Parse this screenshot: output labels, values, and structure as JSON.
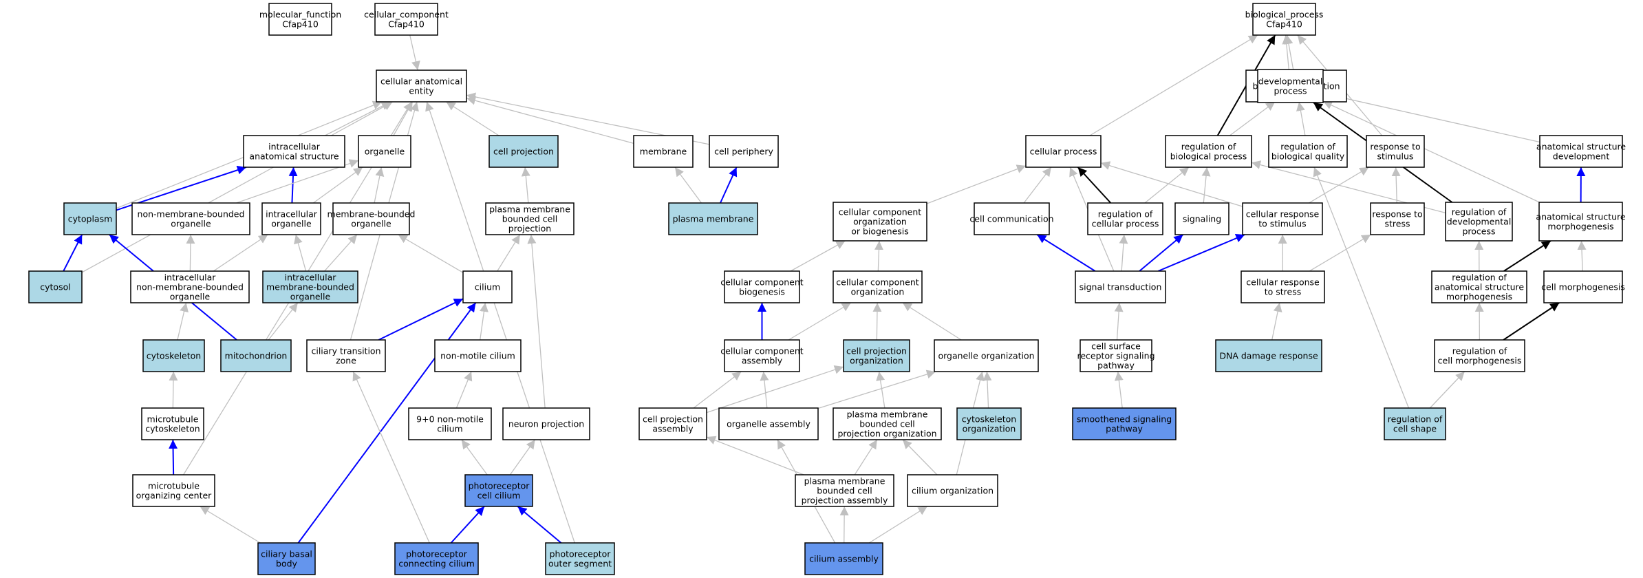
{
  "colors": {
    "white": "#ffffff",
    "light": "#add8e6",
    "dark": "#6495ed",
    "edge_gray": "#c0c0c0",
    "edge_blue": "#0000ff",
    "edge_black": "#000000",
    "border": "#000000"
  },
  "nodes": [
    {
      "id": "mf",
      "lines": [
        "molecular_function",
        "Cfap410"
      ],
      "fill": "white"
    },
    {
      "id": "cc",
      "lines": [
        "cellular_component",
        "Cfap410"
      ],
      "fill": "white"
    },
    {
      "id": "bp",
      "lines": [
        "biological_process",
        "Cfap410"
      ],
      "fill": "white"
    },
    {
      "id": "cae",
      "lines": [
        "cellular anatomical",
        "entity"
      ],
      "fill": "white"
    },
    {
      "id": "ias",
      "lines": [
        "intracellular",
        "anatomical structure"
      ],
      "fill": "white"
    },
    {
      "id": "organelle",
      "lines": [
        "organelle"
      ],
      "fill": "white"
    },
    {
      "id": "cellproj",
      "lines": [
        "cell projection"
      ],
      "fill": "light"
    },
    {
      "id": "membrane",
      "lines": [
        "membrane"
      ],
      "fill": "white"
    },
    {
      "id": "cellper",
      "lines": [
        "cell periphery"
      ],
      "fill": "white"
    },
    {
      "id": "cytoplasm",
      "lines": [
        "cytoplasm"
      ],
      "fill": "light"
    },
    {
      "id": "nmbo",
      "lines": [
        "non-membrane-bounded",
        "organelle"
      ],
      "fill": "white"
    },
    {
      "id": "intorg",
      "lines": [
        "intracellular",
        "organelle"
      ],
      "fill": "white"
    },
    {
      "id": "mbo",
      "lines": [
        "membrane-bounded",
        "organelle"
      ],
      "fill": "white"
    },
    {
      "id": "pmbcp",
      "lines": [
        "plasma membrane",
        "bounded cell",
        "projection"
      ],
      "fill": "white"
    },
    {
      "id": "plasmamem",
      "lines": [
        "plasma membrane"
      ],
      "fill": "light"
    },
    {
      "id": "cytosol",
      "lines": [
        "cytosol"
      ],
      "fill": "light"
    },
    {
      "id": "inmbo",
      "lines": [
        "intracellular",
        "non-membrane-bounded",
        "organelle"
      ],
      "fill": "white"
    },
    {
      "id": "imbo",
      "lines": [
        "intracellular",
        "membrane-bounded",
        "organelle"
      ],
      "fill": "light"
    },
    {
      "id": "cilium",
      "lines": [
        "cilium"
      ],
      "fill": "white"
    },
    {
      "id": "cytoskel",
      "lines": [
        "cytoskeleton"
      ],
      "fill": "light"
    },
    {
      "id": "mito",
      "lines": [
        "mitochondrion"
      ],
      "fill": "light"
    },
    {
      "id": "ctz",
      "lines": [
        "ciliary transition",
        "zone"
      ],
      "fill": "white"
    },
    {
      "id": "nmcilium",
      "lines": [
        "non-motile cilium"
      ],
      "fill": "white"
    },
    {
      "id": "mtcyto",
      "lines": [
        "microtubule",
        "cytoskeleton"
      ],
      "fill": "white"
    },
    {
      "id": "nine",
      "lines": [
        "9+0 non-motile",
        "cilium"
      ],
      "fill": "white"
    },
    {
      "id": "neuronproj",
      "lines": [
        "neuron projection"
      ],
      "fill": "white"
    },
    {
      "id": "mtoc",
      "lines": [
        "microtubule",
        "organizing center"
      ],
      "fill": "white"
    },
    {
      "id": "pcc",
      "lines": [
        "photoreceptor",
        "cell cilium"
      ],
      "fill": "dark"
    },
    {
      "id": "cbb",
      "lines": [
        "ciliary basal",
        "body"
      ],
      "fill": "dark"
    },
    {
      "id": "pconn",
      "lines": [
        "photoreceptor",
        "connecting cilium"
      ],
      "fill": "dark"
    },
    {
      "id": "pouter",
      "lines": [
        "photoreceptor",
        "outer segment"
      ],
      "fill": "light"
    },
    {
      "id": "bioreg",
      "lines": [
        "biological regulation"
      ],
      "fill": "white"
    },
    {
      "id": "devproc",
      "lines": [
        "developmental",
        "process"
      ],
      "fill": "white"
    },
    {
      "id": "cellproc",
      "lines": [
        "cellular process"
      ],
      "fill": "white"
    },
    {
      "id": "regbp",
      "lines": [
        "regulation of",
        "biological process"
      ],
      "fill": "white"
    },
    {
      "id": "regbq",
      "lines": [
        "regulation of",
        "biological quality"
      ],
      "fill": "white"
    },
    {
      "id": "resps",
      "lines": [
        "response to",
        "stimulus"
      ],
      "fill": "white"
    },
    {
      "id": "asdev",
      "lines": [
        "anatomical structure",
        "development"
      ],
      "fill": "white"
    },
    {
      "id": "ccob",
      "lines": [
        "cellular component",
        "organization",
        "or biogenesis"
      ],
      "fill": "white"
    },
    {
      "id": "cellcomm",
      "lines": [
        "cell communication"
      ],
      "fill": "white"
    },
    {
      "id": "regcp",
      "lines": [
        "regulation of",
        "cellular process"
      ],
      "fill": "white"
    },
    {
      "id": "signaling",
      "lines": [
        "signaling"
      ],
      "fill": "white"
    },
    {
      "id": "cellresp",
      "lines": [
        "cellular response",
        "to stimulus"
      ],
      "fill": "white"
    },
    {
      "id": "respstress",
      "lines": [
        "response to",
        "stress"
      ],
      "fill": "white"
    },
    {
      "id": "regdev",
      "lines": [
        "regulation of",
        "developmental",
        "process"
      ],
      "fill": "white"
    },
    {
      "id": "asmorph",
      "lines": [
        "anatomical structure",
        "morphogenesis"
      ],
      "fill": "white"
    },
    {
      "id": "ccbio",
      "lines": [
        "cellular component",
        "biogenesis"
      ],
      "fill": "white"
    },
    {
      "id": "ccorg",
      "lines": [
        "cellular component",
        "organization"
      ],
      "fill": "white"
    },
    {
      "id": "sigtrans",
      "lines": [
        "signal transduction"
      ],
      "fill": "white"
    },
    {
      "id": "crstress",
      "lines": [
        "cellular response",
        "to stress"
      ],
      "fill": "white"
    },
    {
      "id": "regasm",
      "lines": [
        "regulation of",
        "anatomical structure",
        "morphogenesis"
      ],
      "fill": "white"
    },
    {
      "id": "cellmorph",
      "lines": [
        "cell morphogenesis"
      ],
      "fill": "white"
    },
    {
      "id": "ccasm",
      "lines": [
        "cellular component",
        "assembly"
      ],
      "fill": "white"
    },
    {
      "id": "cporg",
      "lines": [
        "cell projection",
        "organization"
      ],
      "fill": "light"
    },
    {
      "id": "orgorg",
      "lines": [
        "organelle organization"
      ],
      "fill": "white"
    },
    {
      "id": "csrsp",
      "lines": [
        "cell surface",
        "receptor signaling",
        "pathway"
      ],
      "fill": "white"
    },
    {
      "id": "dnadmg",
      "lines": [
        "DNA damage response"
      ],
      "fill": "light"
    },
    {
      "id": "regcm",
      "lines": [
        "regulation of",
        "cell morphogenesis"
      ],
      "fill": "white"
    },
    {
      "id": "cpasm",
      "lines": [
        "cell projection",
        "assembly"
      ],
      "fill": "white"
    },
    {
      "id": "orgasm",
      "lines": [
        "organelle assembly"
      ],
      "fill": "white"
    },
    {
      "id": "pmbcpo",
      "lines": [
        "plasma membrane",
        "bounded cell",
        "projection organization"
      ],
      "fill": "white"
    },
    {
      "id": "cytoorg",
      "lines": [
        "cytoskeleton",
        "organization"
      ],
      "fill": "light"
    },
    {
      "id": "smooth",
      "lines": [
        "smoothened signaling",
        "pathway"
      ],
      "fill": "dark"
    },
    {
      "id": "regcs",
      "lines": [
        "regulation of",
        "cell shape"
      ],
      "fill": "light"
    },
    {
      "id": "pmbcpa",
      "lines": [
        "plasma membrane",
        "bounded cell",
        "projection assembly"
      ],
      "fill": "white"
    },
    {
      "id": "ciliumorg",
      "lines": [
        "cilium organization"
      ],
      "fill": "white"
    },
    {
      "id": "ciliumasm",
      "lines": [
        "cilium assembly"
      ],
      "fill": "dark"
    }
  ],
  "edges": [
    {
      "from": "cc",
      "to": "cae",
      "color": "gray"
    },
    {
      "from": "ias",
      "to": "cae",
      "color": "gray"
    },
    {
      "from": "organelle",
      "to": "cae",
      "color": "gray"
    },
    {
      "from": "cellproj",
      "to": "cae",
      "color": "gray"
    },
    {
      "from": "membrane",
      "to": "cae",
      "color": "gray"
    },
    {
      "from": "cellper",
      "to": "cae",
      "color": "gray"
    },
    {
      "from": "cytoplasm",
      "to": "cae",
      "color": "gray"
    },
    {
      "from": "cytosol",
      "to": "cae",
      "color": "gray"
    },
    {
      "from": "mtoc",
      "to": "cae",
      "color": "gray"
    },
    {
      "from": "ctz",
      "to": "cae",
      "color": "gray"
    },
    {
      "from": "pouter",
      "to": "cae",
      "color": "gray"
    },
    {
      "from": "cytoplasm",
      "to": "ias",
      "color": "blue"
    },
    {
      "from": "intorg",
      "to": "ias",
      "color": "blue"
    },
    {
      "from": "nmbo",
      "to": "organelle",
      "color": "gray"
    },
    {
      "from": "intorg",
      "to": "organelle",
      "color": "gray"
    },
    {
      "from": "mbo",
      "to": "organelle",
      "color": "gray"
    },
    {
      "from": "pmbcp",
      "to": "cellproj",
      "color": "gray"
    },
    {
      "from": "plasmamem",
      "to": "membrane",
      "color": "gray"
    },
    {
      "from": "plasmamem",
      "to": "cellper",
      "color": "blue"
    },
    {
      "from": "cytosol",
      "to": "cytoplasm",
      "color": "blue"
    },
    {
      "from": "mito",
      "to": "cytoplasm",
      "color": "blue"
    },
    {
      "from": "inmbo",
      "to": "nmbo",
      "color": "gray"
    },
    {
      "from": "inmbo",
      "to": "intorg",
      "color": "gray"
    },
    {
      "from": "imbo",
      "to": "intorg",
      "color": "gray"
    },
    {
      "from": "imbo",
      "to": "mbo",
      "color": "gray"
    },
    {
      "from": "cilium",
      "to": "mbo",
      "color": "gray"
    },
    {
      "from": "cilium",
      "to": "pmbcp",
      "color": "gray"
    },
    {
      "from": "neuronproj",
      "to": "pmbcp",
      "color": "gray"
    },
    {
      "from": "cytoskel",
      "to": "inmbo",
      "color": "gray"
    },
    {
      "from": "mito",
      "to": "imbo",
      "color": "gray"
    },
    {
      "from": "ctz",
      "to": "cilium",
      "color": "blue"
    },
    {
      "from": "nmcilium",
      "to": "cilium",
      "color": "gray"
    },
    {
      "from": "cbb",
      "to": "cilium",
      "color": "blue"
    },
    {
      "from": "mtcyto",
      "to": "cytoskel",
      "color": "gray"
    },
    {
      "from": "mtoc",
      "to": "mtcyto",
      "color": "blue"
    },
    {
      "from": "nine",
      "to": "nmcilium",
      "color": "gray"
    },
    {
      "from": "pcc",
      "to": "nine",
      "color": "gray"
    },
    {
      "from": "pcc",
      "to": "neuronproj",
      "color": "gray"
    },
    {
      "from": "cbb",
      "to": "mtoc",
      "color": "gray"
    },
    {
      "from": "pconn",
      "to": "ctz",
      "color": "gray"
    },
    {
      "from": "pconn",
      "to": "pcc",
      "color": "blue"
    },
    {
      "from": "pouter",
      "to": "pcc",
      "color": "blue"
    },
    {
      "from": "cellproc",
      "to": "bp",
      "color": "gray"
    },
    {
      "from": "regbp",
      "to": "bp",
      "color": "black"
    },
    {
      "from": "bioreg",
      "to": "bp",
      "color": "gray"
    },
    {
      "from": "resps",
      "to": "bp",
      "color": "gray"
    },
    {
      "from": "devproc",
      "to": "bp",
      "color": "gray"
    },
    {
      "from": "regbp",
      "to": "bioreg",
      "color": "gray"
    },
    {
      "from": "regbq",
      "to": "bioreg",
      "color": "gray"
    },
    {
      "from": "regdev",
      "to": "devproc",
      "color": "black"
    },
    {
      "from": "asmorph",
      "to": "devproc",
      "color": "gray"
    },
    {
      "from": "asdev",
      "to": "devproc",
      "color": "gray"
    },
    {
      "from": "ccob",
      "to": "cellproc",
      "color": "gray"
    },
    {
      "from": "cellcomm",
      "to": "cellproc",
      "color": "gray"
    },
    {
      "from": "regcp",
      "to": "cellproc",
      "color": "black"
    },
    {
      "from": "cellresp",
      "to": "cellproc",
      "color": "gray"
    },
    {
      "from": "sigtrans",
      "to": "cellproc",
      "color": "gray"
    },
    {
      "from": "regcp",
      "to": "regbp",
      "color": "gray"
    },
    {
      "from": "signaling",
      "to": "regbp",
      "color": "gray"
    },
    {
      "from": "regdev",
      "to": "regbp",
      "color": "gray"
    },
    {
      "from": "regcs",
      "to": "regbq",
      "color": "gray"
    },
    {
      "from": "cellresp",
      "to": "resps",
      "color": "gray"
    },
    {
      "from": "respstress",
      "to": "resps",
      "color": "gray"
    },
    {
      "from": "asmorph",
      "to": "asdev",
      "color": "blue"
    },
    {
      "from": "ccbio",
      "to": "ccob",
      "color": "gray"
    },
    {
      "from": "ccorg",
      "to": "ccob",
      "color": "gray"
    },
    {
      "from": "sigtrans",
      "to": "cellcomm",
      "color": "blue"
    },
    {
      "from": "sigtrans",
      "to": "regcp",
      "color": "gray"
    },
    {
      "from": "sigtrans",
      "to": "signaling",
      "color": "blue"
    },
    {
      "from": "sigtrans",
      "to": "cellresp",
      "color": "blue"
    },
    {
      "from": "crstress",
      "to": "cellresp",
      "color": "gray"
    },
    {
      "from": "crstress",
      "to": "respstress",
      "color": "gray"
    },
    {
      "from": "regasm",
      "to": "regdev",
      "color": "gray"
    },
    {
      "from": "regasm",
      "to": "asmorph",
      "color": "black"
    },
    {
      "from": "cellmorph",
      "to": "asmorph",
      "color": "gray"
    },
    {
      "from": "ccasm",
      "to": "ccbio",
      "color": "blue"
    },
    {
      "from": "ccasm",
      "to": "ccorg",
      "color": "gray"
    },
    {
      "from": "cporg",
      "to": "ccorg",
      "color": "gray"
    },
    {
      "from": "orgorg",
      "to": "ccorg",
      "color": "gray"
    },
    {
      "from": "csrsp",
      "to": "sigtrans",
      "color": "gray"
    },
    {
      "from": "dnadmg",
      "to": "crstress",
      "color": "gray"
    },
    {
      "from": "regcm",
      "to": "regasm",
      "color": "gray"
    },
    {
      "from": "regcm",
      "to": "cellmorph",
      "color": "black"
    },
    {
      "from": "cpasm",
      "to": "ccasm",
      "color": "gray"
    },
    {
      "from": "orgasm",
      "to": "ccasm",
      "color": "gray"
    },
    {
      "from": "cpasm",
      "to": "cporg",
      "color": "gray"
    },
    {
      "from": "pmbcpo",
      "to": "cporg",
      "color": "gray"
    },
    {
      "from": "orgasm",
      "to": "orgorg",
      "color": "gray"
    },
    {
      "from": "cytoorg",
      "to": "orgorg",
      "color": "gray"
    },
    {
      "from": "ciliumorg",
      "to": "orgorg",
      "color": "gray"
    },
    {
      "from": "smooth",
      "to": "csrsp",
      "color": "gray"
    },
    {
      "from": "regcs",
      "to": "regcm",
      "color": "gray"
    },
    {
      "from": "pmbcpa",
      "to": "cpasm",
      "color": "gray"
    },
    {
      "from": "pmbcpa",
      "to": "pmbcpo",
      "color": "gray"
    },
    {
      "from": "ciliumorg",
      "to": "pmbcpo",
      "color": "gray"
    },
    {
      "from": "ciliumasm",
      "to": "orgasm",
      "color": "gray"
    },
    {
      "from": "ciliumasm",
      "to": "pmbcpa",
      "color": "gray"
    },
    {
      "from": "ciliumasm",
      "to": "ciliumorg",
      "color": "gray"
    }
  ]
}
